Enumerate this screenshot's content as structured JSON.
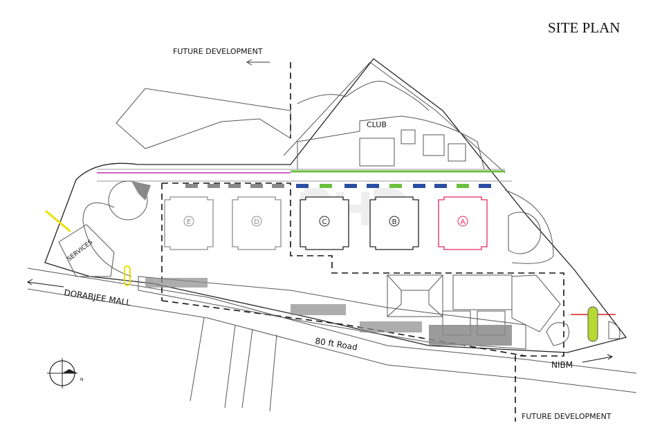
{
  "title": "SITE PLAN",
  "labels": {
    "future_dev_top": "FUTURE DEVELOPMENT",
    "future_dev_bottom": "FUTURE DEVELOPMENT",
    "club": "CLUB",
    "services": "SERVICES",
    "dorabjee_mall": "DORABJEE MALL",
    "road": "80 ft Road",
    "nibm": "NIBM",
    "north": "N",
    "watermark": "BHD"
  },
  "towers": [
    {
      "letter": "E",
      "color": "#8c8c8c"
    },
    {
      "letter": "D",
      "color": "#8c8c8c"
    },
    {
      "letter": "C",
      "color": "#222222"
    },
    {
      "letter": "B",
      "color": "#222222"
    },
    {
      "letter": "A",
      "color": "#e8265a"
    }
  ],
  "colors": {
    "green": "#6cbf3c",
    "blue": "#2a4fa0",
    "pink": "#e8265a",
    "yellow": "#e8e000",
    "lime": "#b8d832"
  }
}
